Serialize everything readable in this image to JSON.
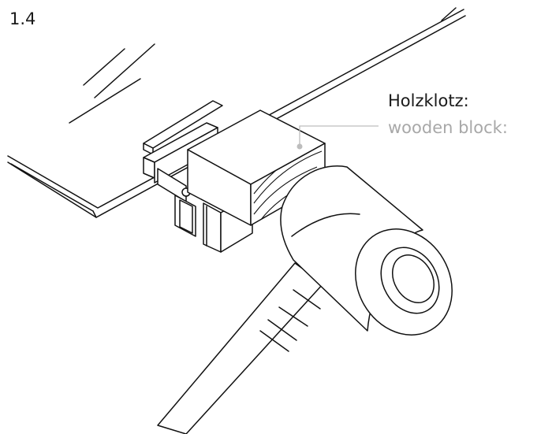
{
  "step": {
    "number": "1.4"
  },
  "callout": {
    "label_de": "Holzklotz:",
    "label_en": "wooden block:",
    "leader_color": "#bdbdbd",
    "en_color": "#a8a8a8"
  }
}
